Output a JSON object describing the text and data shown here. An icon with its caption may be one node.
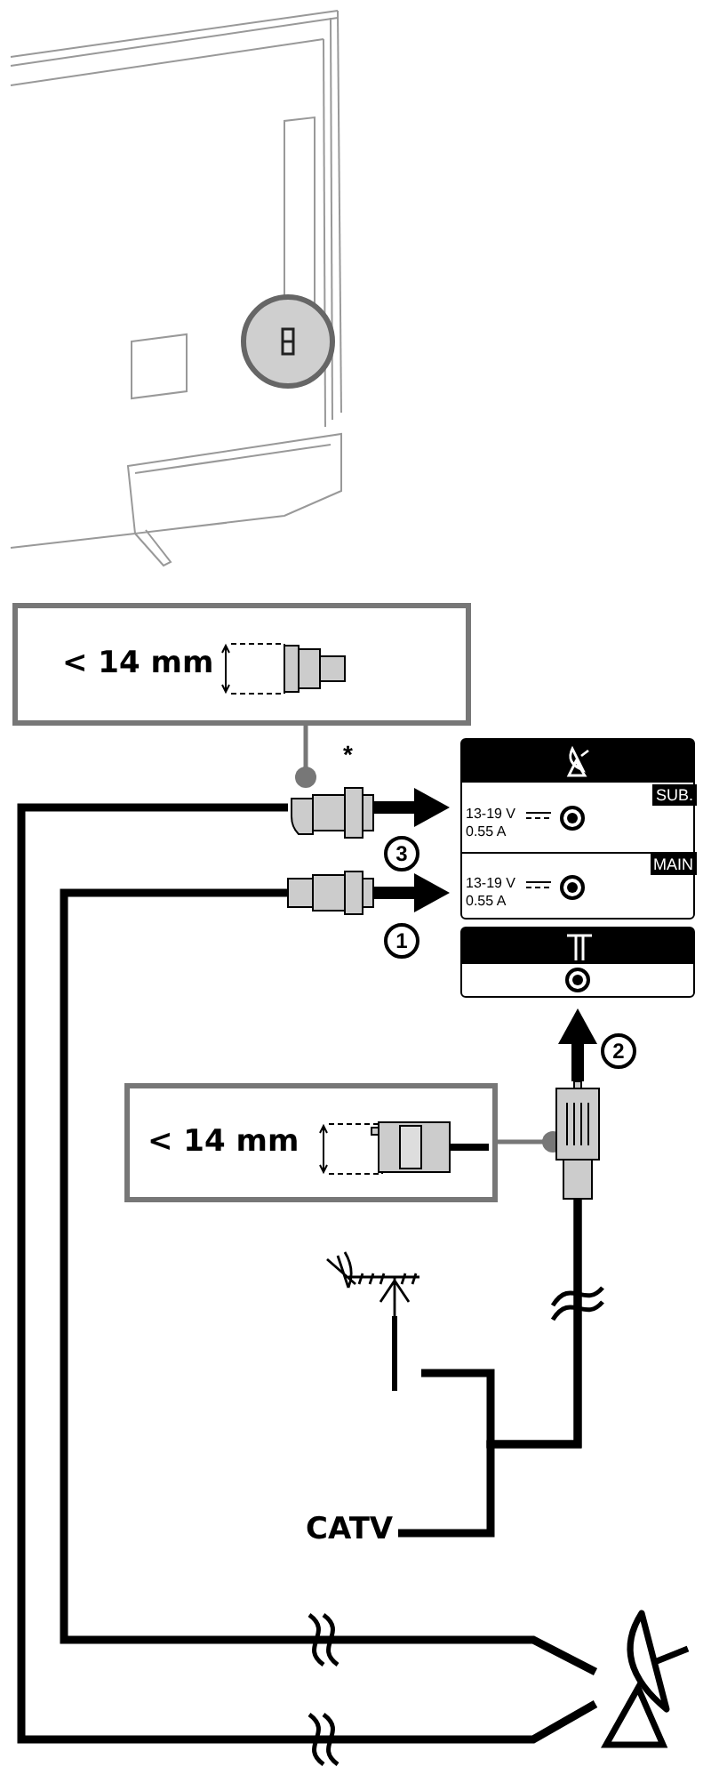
{
  "diagram": {
    "nodes": [
      {
        "text": [
          "< 14 mm"
        ]
      },
      {
        "text": [
          "< 14 mm"
        ]
      },
      {
        "text": [],
        "shape": "box"
      },
      {
        "text": [
          "SUB.",
          "13-19 V",
          "0.55 A"
        ],
        "in": 2
      },
      {
        "text": [
          "MAIN",
          "13-19 V",
          "0.55 A"
        ],
        "in": 2
      },
      {
        "text": [],
        "shape": "box"
      },
      {
        "text": [],
        "shape": "plug"
      },
      {
        "text": [],
        "shape": "plug"
      },
      {
        "text": [],
        "shape": "plug"
      },
      {
        "text": [],
        "shape": "antenna"
      },
      {
        "text": [
          "CATV"
        ]
      },
      {
        "text": [],
        "shape": "dish"
      }
    ],
    "edges": [
      {
        "from": 0,
        "to": 6,
        "arrow": "other",
        "color": "#777777"
      },
      {
        "from": 1,
        "to": 8,
        "arrow": "other",
        "color": "#777777"
      },
      {
        "from": 6,
        "to": 3,
        "arrow": "to",
        "label": "3"
      },
      {
        "from": 7,
        "to": 4,
        "arrow": "to",
        "label": "1"
      },
      {
        "from": 8,
        "to": 5,
        "arrow": "to",
        "label": "2"
      },
      {
        "from": 6,
        "to": 11,
        "arrow": "none"
      },
      {
        "from": 7,
        "to": 11,
        "arrow": "none"
      },
      {
        "from": 9,
        "to": 8,
        "arrow": "none"
      },
      {
        "from": 10,
        "to": 8,
        "arrow": "none"
      }
    ],
    "labels": [
      "*"
    ]
  }
}
